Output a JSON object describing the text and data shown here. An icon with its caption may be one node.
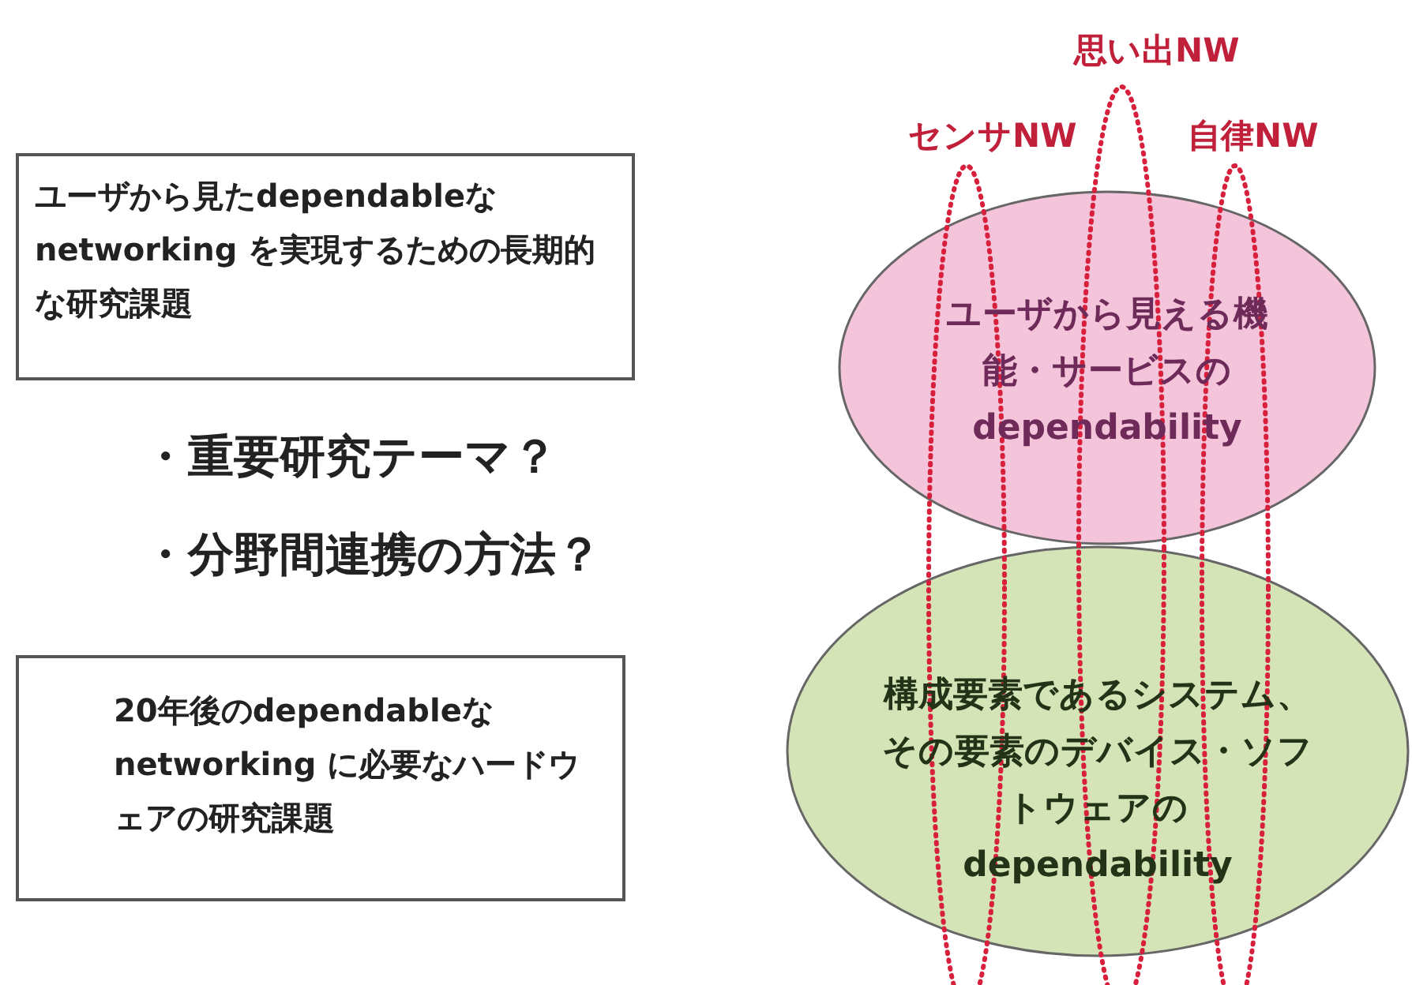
{
  "diagram": {
    "nodes": [
      {
        "text": [
          "ユーザから見たdependableなnetworking を実現するための長期的な研究課題"
        ]
      },
      {
        "text": [
          "20年後のdependableなnetworking に必要なハードウェアの研究課題"
        ]
      },
      {
        "text": [
          "ユーザから見える機能・サービスのdependability"
        ]
      },
      {
        "text": [
          "構成要素であるシステム、その要素のデバイス・ソフトウェアのdependability"
        ]
      },
      {
        "text": [
          "センサNW"
        ]
      },
      {
        "text": [
          "思い出NW"
        ]
      },
      {
        "text": [
          "自律NW"
        ]
      }
    ],
    "labels": [
      "・重要研究テーマ？",
      "・分野間連携の方法？"
    ]
  }
}
